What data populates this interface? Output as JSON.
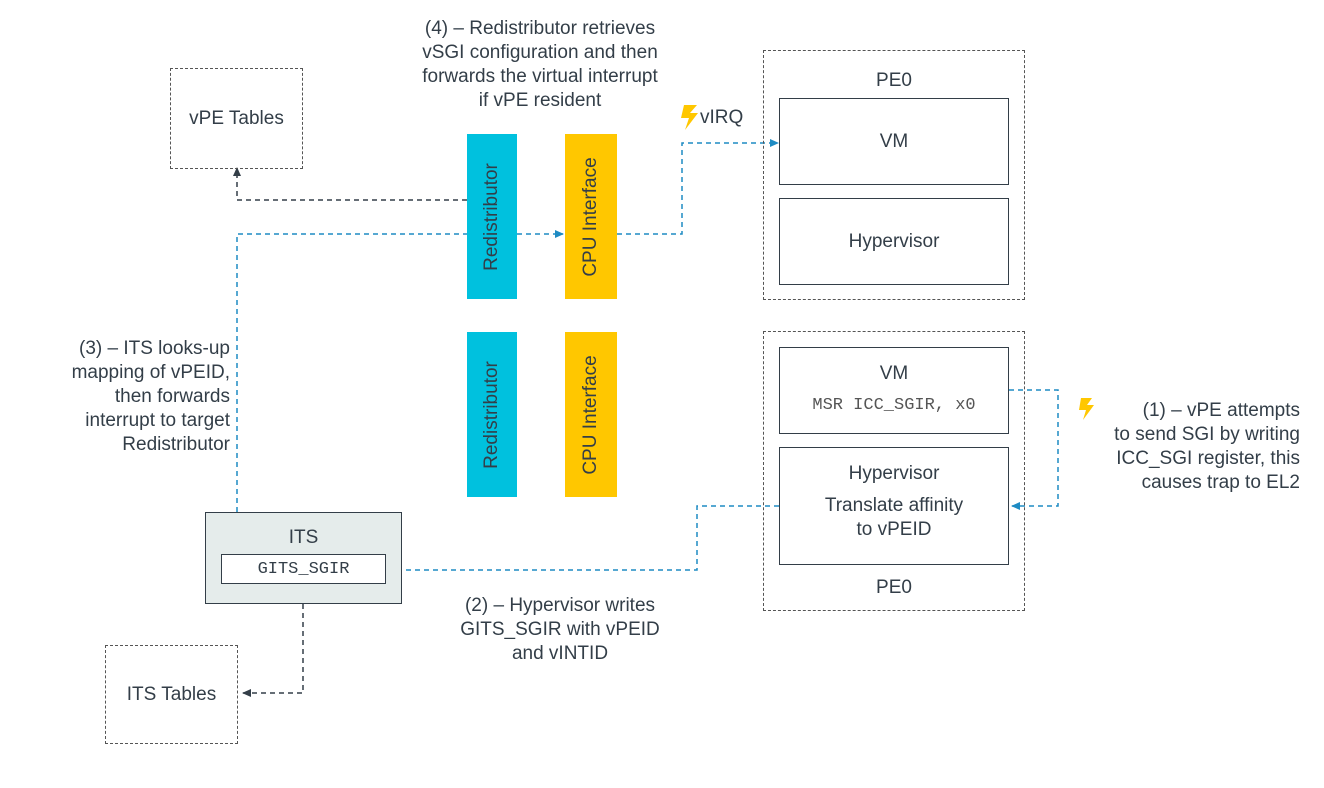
{
  "vpe_tables": {
    "label": "vPE Tables"
  },
  "its_tables": {
    "label": "ITS Tables"
  },
  "its": {
    "title": "ITS",
    "register": "GITS_SGIR"
  },
  "redistributor_top": {
    "label": "Redistributor"
  },
  "cpu_interface_top": {
    "label": "CPU Interface"
  },
  "redistributor_bottom": {
    "label": "Redistributor"
  },
  "cpu_interface_bottom": {
    "label": "CPU Interface"
  },
  "pe_top": {
    "label": "PE0",
    "vm": "VM",
    "hypervisor": "Hypervisor"
  },
  "pe_bottom": {
    "label": "PE0",
    "vm": "VM",
    "vm_code": "MSR ICC_SGIR, x0",
    "hypervisor": "Hypervisor",
    "hypervisor_action_line1": "Translate affinity",
    "hypervisor_action_line2": "to vPEID"
  },
  "virq_label": "vIRQ",
  "notes": {
    "step1": [
      "(1) – vPE attempts",
      "to send SGI by writing",
      "ICC_SGI register, this",
      "causes trap to EL2"
    ],
    "step2": [
      "(2) – Hypervisor writes",
      "GITS_SGIR with vPEID",
      "and vINTID"
    ],
    "step3": [
      "(3) – ITS looks-up",
      "mapping of vPEID,",
      "then forwards",
      "interrupt to target",
      "Redistributor"
    ],
    "step4": [
      "(4) – Redistributor retrieves",
      "vSGI configuration and then",
      "forwards the virtual interrupt",
      "if vPE resident"
    ]
  },
  "colors": {
    "redistributor": "#00c1de",
    "cpu_interface": "#ffc700",
    "its_fill": "#e5eceb",
    "arrow_blue": "#1e8bc3",
    "lightning": "#ffc700",
    "text": "#333e48"
  }
}
